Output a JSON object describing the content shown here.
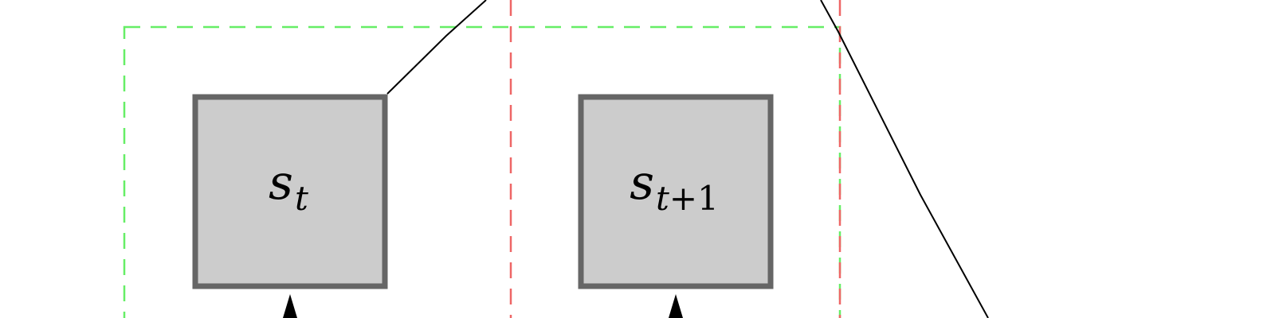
{
  "colors": {
    "node_fill": "#cccccc",
    "node_border": "#666666",
    "green_dashed": "#66ee66",
    "red_dashed": "#ee6666",
    "line": "#000000",
    "background": "#ffffff"
  },
  "nodes": [
    {
      "id": "state-t",
      "main": "s",
      "sub": "t"
    },
    {
      "id": "state-t1",
      "main": "s",
      "sub_italic": "t",
      "sub_rest": "+1"
    }
  ]
}
